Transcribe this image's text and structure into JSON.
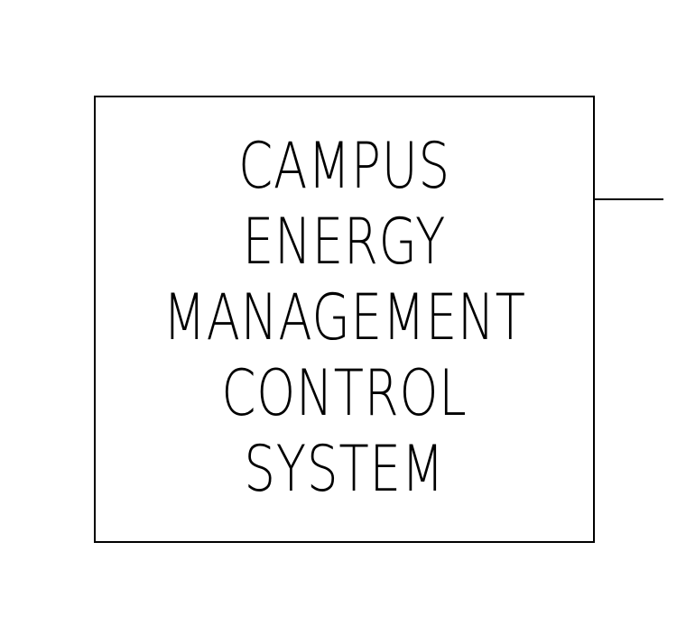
{
  "diagram": {
    "block": {
      "lines": [
        "CAMPUS",
        "ENERGY",
        "MANAGEMENT",
        "CONTROL",
        "SYSTEM"
      ]
    },
    "colors": {
      "stroke": "#000000",
      "background": "#ffffff"
    }
  }
}
